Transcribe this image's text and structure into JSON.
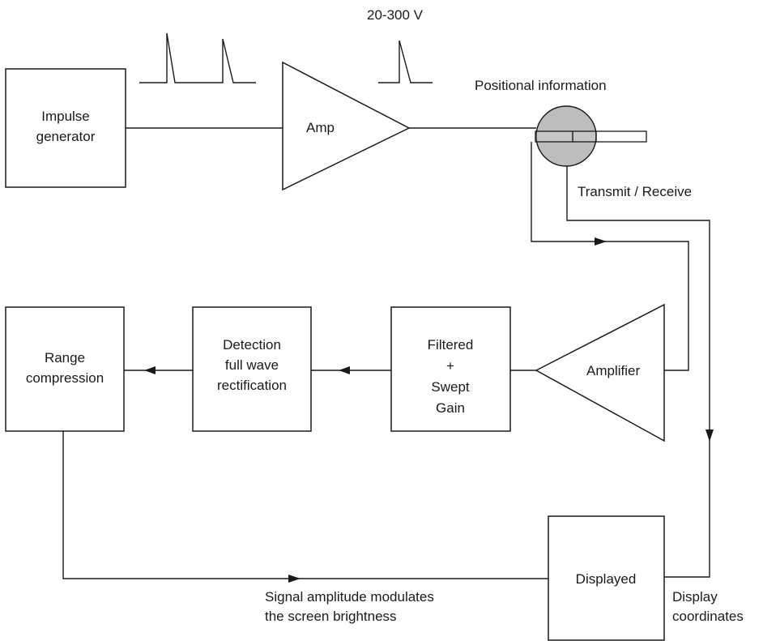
{
  "blocks": {
    "impulse_generator": [
      "Impulse",
      "generator"
    ],
    "amp": "Amp",
    "range_compression": [
      "Range",
      "compression"
    ],
    "detection": [
      "Detection",
      "full wave",
      "rectification"
    ],
    "filtered": [
      "Filtered",
      "+",
      "Swept",
      "Gain"
    ],
    "amplifier": "Amplifier",
    "displayed": "Displayed"
  },
  "labels": {
    "voltage": "20-300 V",
    "positional": "Positional information",
    "transmit_receive": "Transmit / Receive",
    "signal_amplitude": [
      "Signal amplitude modulates",
      "the screen brightness"
    ],
    "display_coordinates": [
      "Display",
      "coordinates"
    ]
  },
  "colors": {
    "stroke": "#1a1a1a",
    "transducer_fill": "#bdbdbd"
  }
}
